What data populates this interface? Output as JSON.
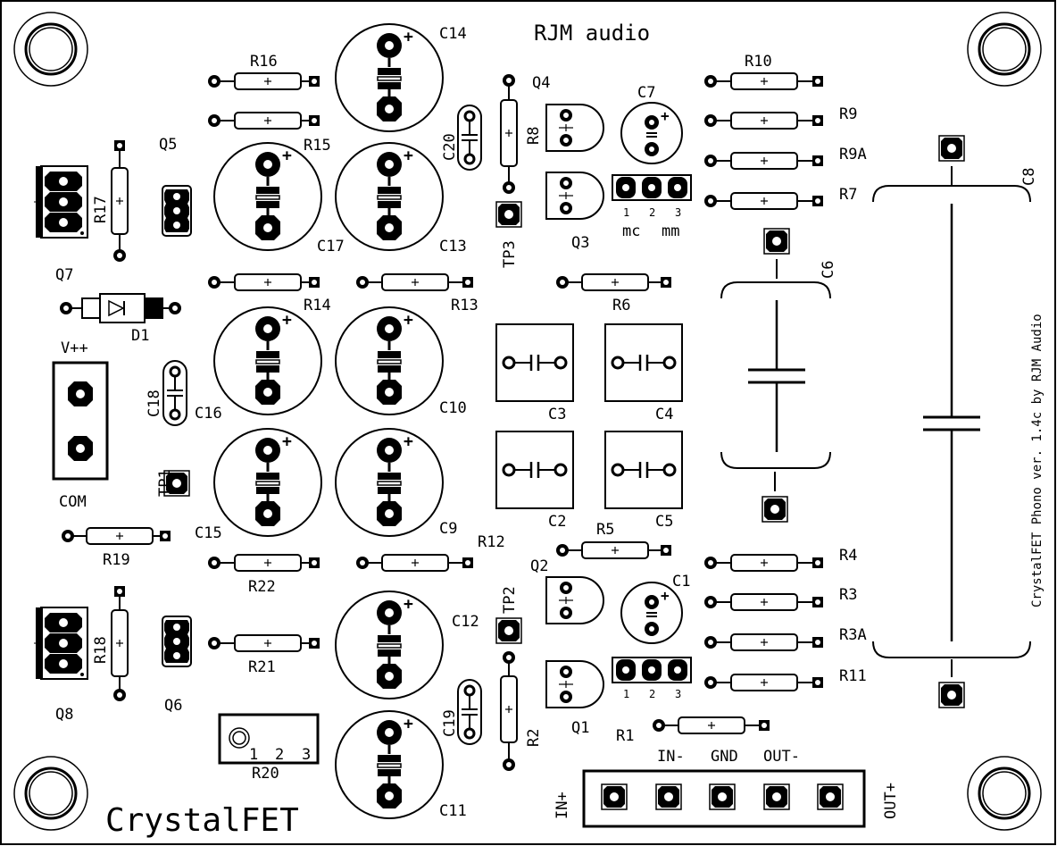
{
  "board": {
    "title": "RJM audio",
    "brand": "CrystalFET",
    "version_text": "CrystalFET Phono ver. 1.4c by RJM Audio"
  },
  "labels": {
    "C14": "C14",
    "C17": "C17",
    "C13": "C13",
    "C16": "C16",
    "C10": "C10",
    "C15": "C15",
    "C9": "C9",
    "C12": "C12",
    "C11": "C11",
    "C20": "C20",
    "C18": "C18",
    "C19": "C19",
    "C7": "C7",
    "C1": "C1",
    "C3": "C3",
    "C4": "C4",
    "C2": "C2",
    "C5": "C5",
    "C6": "C6",
    "C8": "C8",
    "R16": "R16",
    "R15": "R15",
    "R17": "R17",
    "R14": "R14",
    "R13": "R13",
    "R19": "R19",
    "R22": "R22",
    "R12": "R12",
    "R18": "R18",
    "R21": "R21",
    "R20": "R20",
    "R8": "R8",
    "R2": "R2",
    "R10": "R10",
    "R9": "R9",
    "R9A": "R9A",
    "R7": "R7",
    "R6": "R6",
    "R5": "R5",
    "R4": "R4",
    "R3": "R3",
    "R3A": "R3A",
    "R11": "R11",
    "R1": "R1",
    "Q1": "Q1",
    "Q2": "Q2",
    "Q3": "Q3",
    "Q4": "Q4",
    "Q5": "Q5",
    "Q6": "Q6",
    "Q7": "Q7",
    "Q8": "Q8",
    "D1": "D1",
    "TP1": "TP1",
    "TP2": "TP2",
    "TP3": "TP3",
    "vpp": "V++",
    "com": "COM",
    "mc": "mc",
    "mm": "mm",
    "in_plus": "IN+",
    "in_minus": "IN-",
    "gnd": "GND",
    "out_minus": "OUT-",
    "out_plus": "OUT+",
    "n1": "1",
    "n2": "2",
    "n3": "3",
    "plus": "+"
  }
}
